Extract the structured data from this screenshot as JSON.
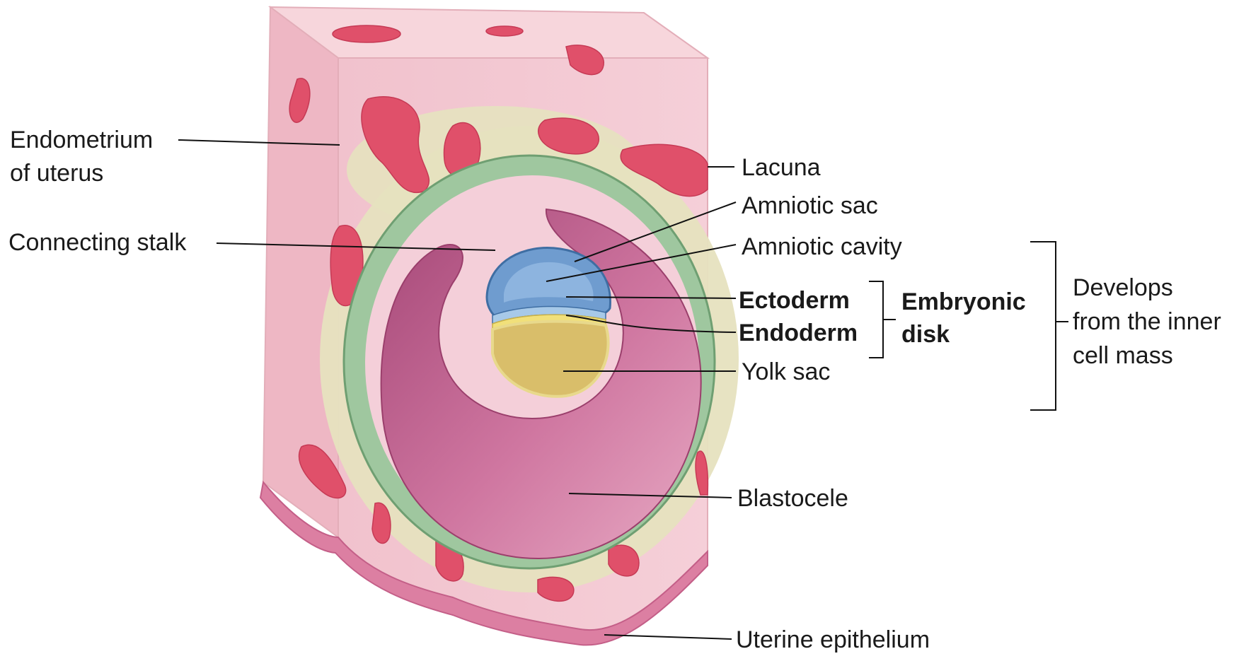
{
  "labels": {
    "endometrium_line1": "Endometrium",
    "endometrium_line2": "of uterus",
    "connecting_stalk": "Connecting stalk",
    "lacuna": "Lacuna",
    "amniotic_sac": "Amniotic sac",
    "amniotic_cavity": "Amniotic cavity",
    "ectoderm": "Ectoderm",
    "endoderm": "Endoderm",
    "embryonic_disk_line1": "Embryonic",
    "embryonic_disk_line2": "disk",
    "yolk_sac": "Yolk sac",
    "develops_line1": "Develops",
    "develops_line2": "from the inner",
    "develops_line3": "cell mass",
    "blastocele": "Blastocele",
    "uterine_epithelium": "Uterine epithelium"
  },
  "colors": {
    "endometrium_pink": "#f3c6cf",
    "top_face_pink": "#f7d6dc",
    "lacuna_red": "#e0506a",
    "stroma_cream": "#e6e2bf",
    "trophoblast_green": "#9fc79f",
    "blastocele_magenta": "#c0648f",
    "amnion_blue": "#6f9ccf",
    "yolk_tan": "#d9be6a",
    "epithelium_pink": "#dc7fa2"
  }
}
